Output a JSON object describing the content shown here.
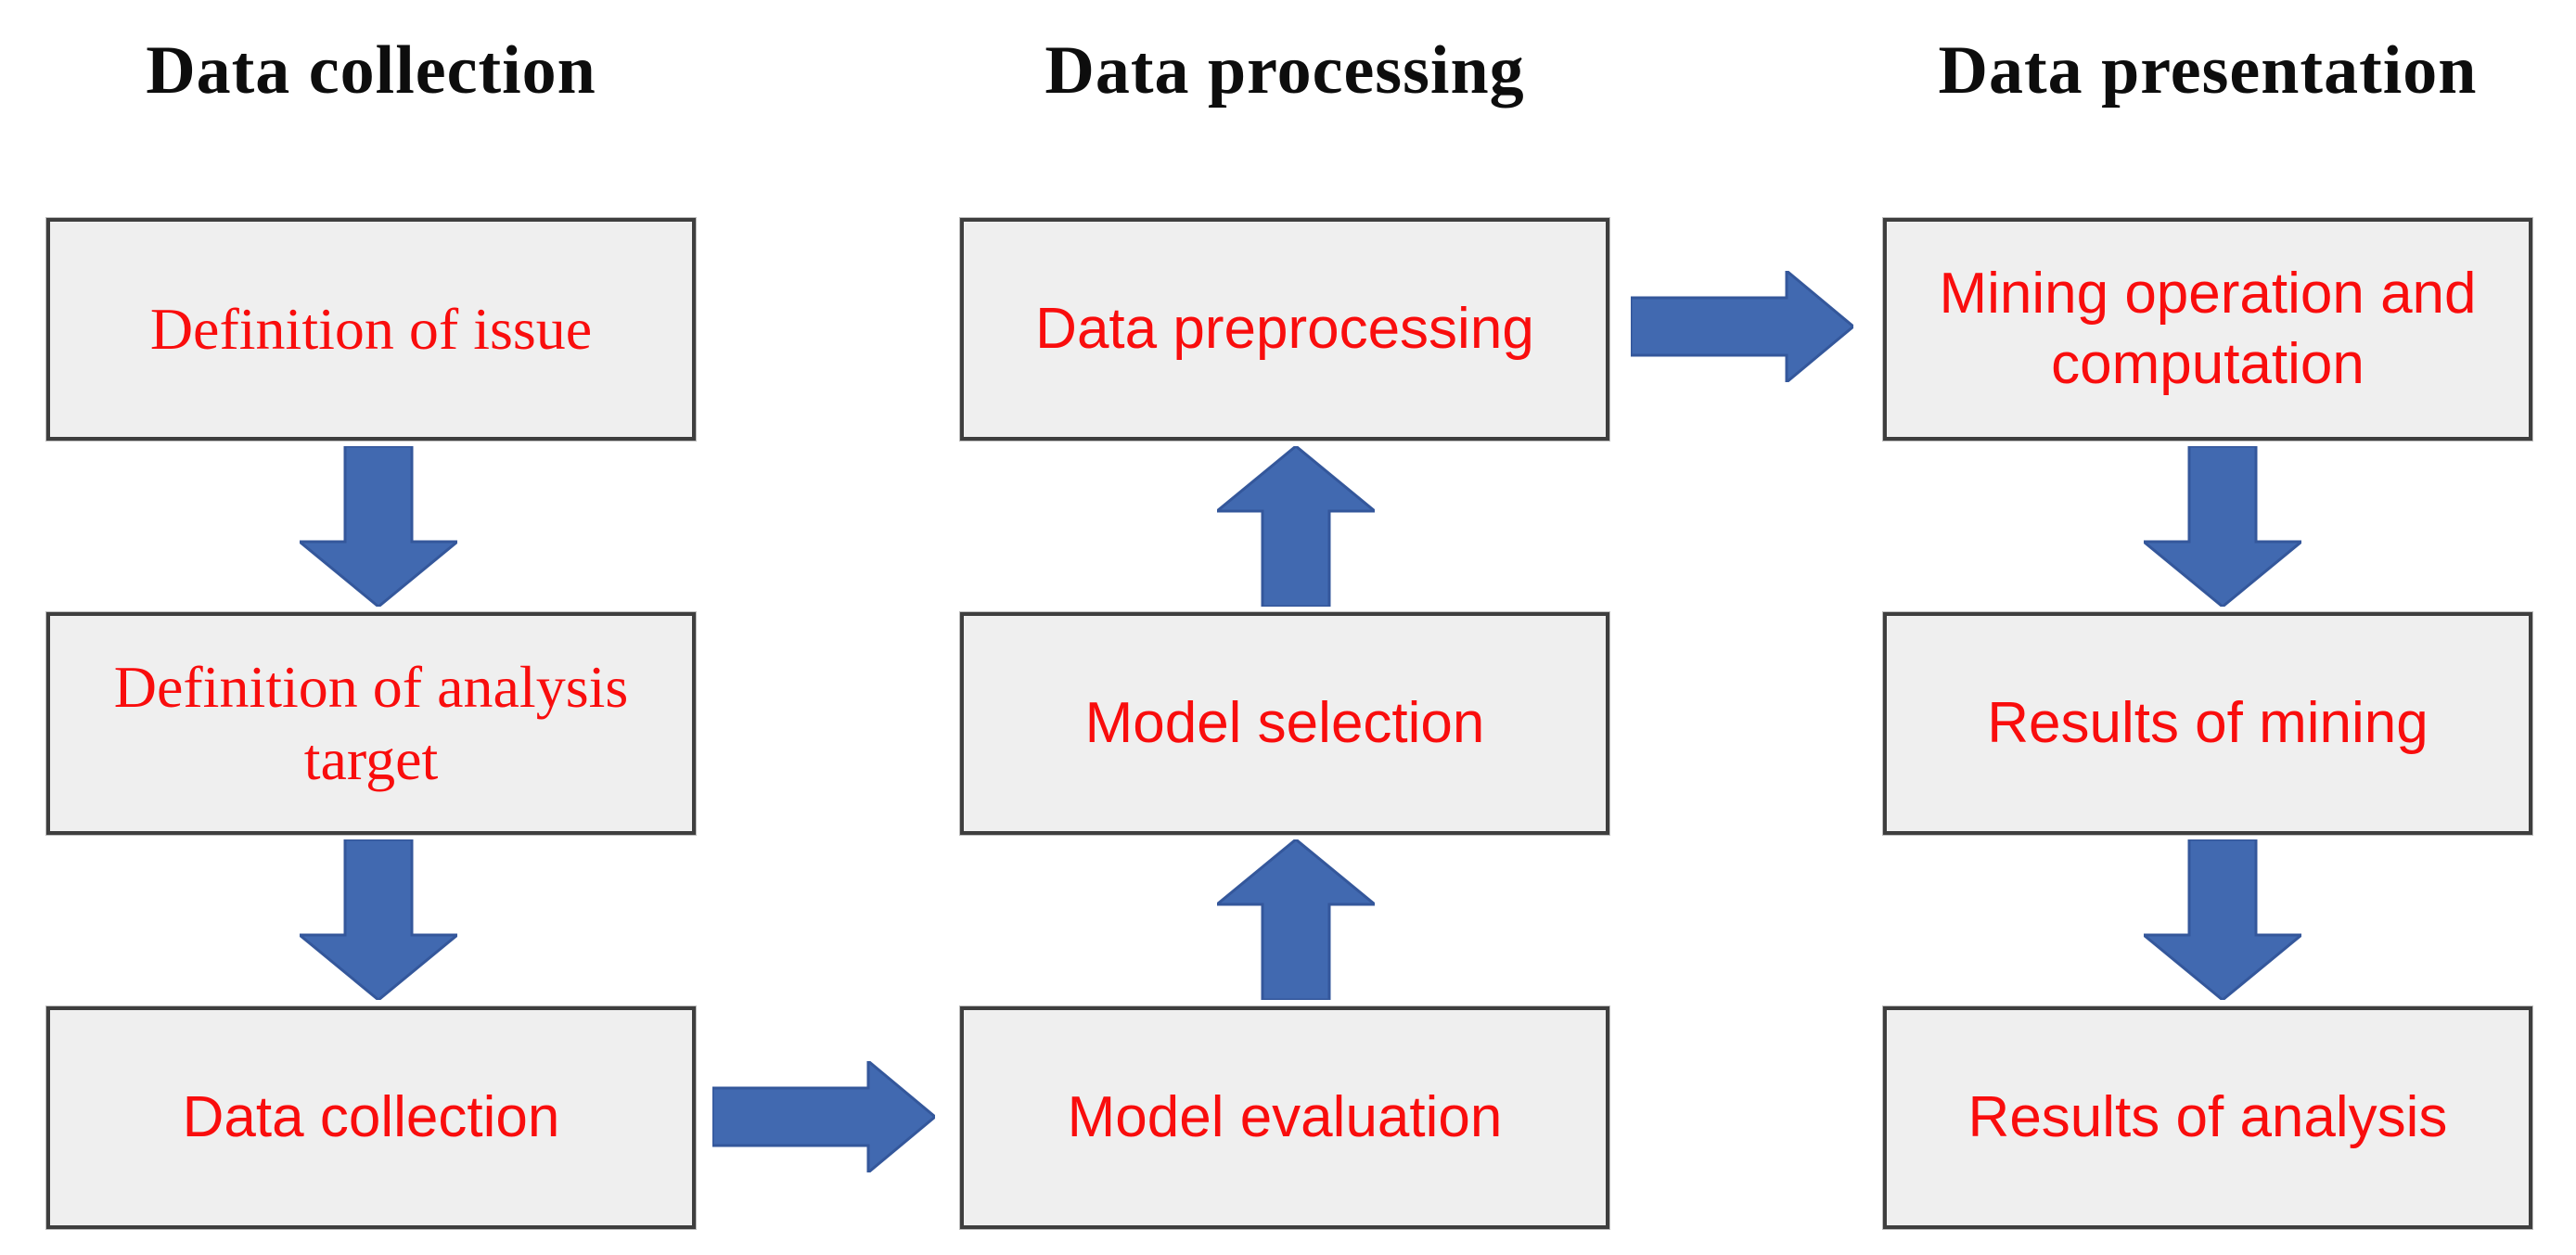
{
  "diagram": {
    "type": "flowchart",
    "columns": [
      {
        "header": "Data collection",
        "boxes": [
          "Definition of issue",
          "Definition of analysis target",
          "Data collection"
        ]
      },
      {
        "header": "Data processing",
        "boxes": [
          "Data preprocessing",
          "Model selection",
          "Model evaluation"
        ]
      },
      {
        "header": "Data presentation",
        "boxes": [
          "Mining operation and computation",
          "Results of mining",
          "Results of analysis"
        ]
      }
    ],
    "arrows": [
      {
        "from": "Definition of issue",
        "to": "Definition of analysis target",
        "direction": "down"
      },
      {
        "from": "Definition of analysis target",
        "to": "Data collection",
        "direction": "down"
      },
      {
        "from": "Data collection",
        "to": "Model evaluation",
        "direction": "right"
      },
      {
        "from": "Model evaluation",
        "to": "Model selection",
        "direction": "up"
      },
      {
        "from": "Model selection",
        "to": "Data preprocessing",
        "direction": "up"
      },
      {
        "from": "Data preprocessing",
        "to": "Mining operation and computation",
        "direction": "right"
      },
      {
        "from": "Mining operation and computation",
        "to": "Results of mining",
        "direction": "down"
      },
      {
        "from": "Results of mining",
        "to": "Results of analysis",
        "direction": "down"
      }
    ],
    "colors": {
      "arrow_fill": "#4169b0",
      "arrow_border": "#34579b",
      "box_fill": "#efefef",
      "box_border": "#3e3e3e",
      "box_text": "#f90d0d",
      "header_text": "#0d0d0d",
      "background": "#ffffff"
    }
  }
}
